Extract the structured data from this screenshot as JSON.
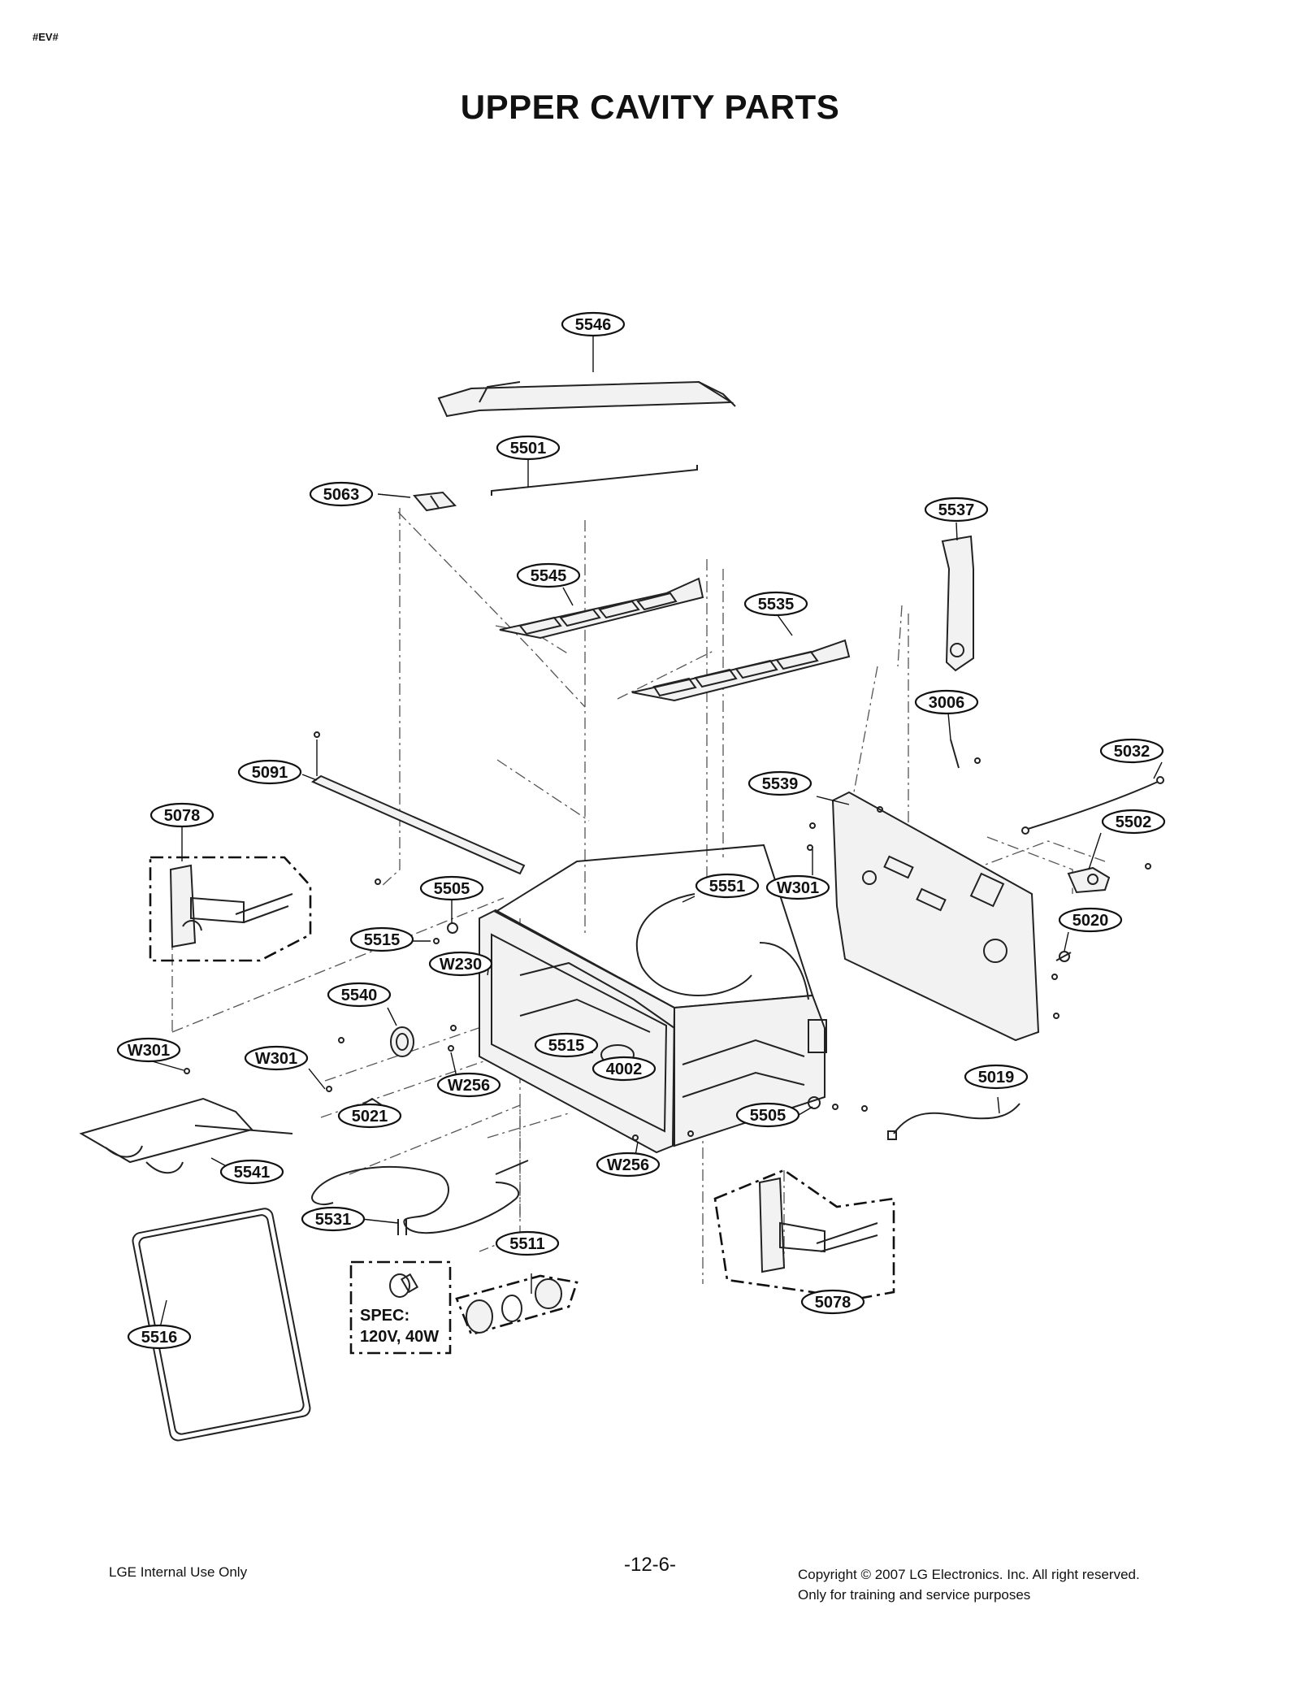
{
  "header": {
    "code": "#EV#",
    "title": "UPPER CAVITY PARTS"
  },
  "callouts": [
    {
      "id": "5546"
    },
    {
      "id": "5501"
    },
    {
      "id": "5063"
    },
    {
      "id": "5537"
    },
    {
      "id": "5545"
    },
    {
      "id": "5535"
    },
    {
      "id": "3006"
    },
    {
      "id": "5032"
    },
    {
      "id": "5091"
    },
    {
      "id": "5539"
    },
    {
      "id": "5078"
    },
    {
      "id": "5502"
    },
    {
      "id": "5505"
    },
    {
      "id": "5551"
    },
    {
      "id": "W301"
    },
    {
      "id": "5020"
    },
    {
      "id": "5515"
    },
    {
      "id": "W230"
    },
    {
      "id": "5540"
    },
    {
      "id": "W301"
    },
    {
      "id": "W301"
    },
    {
      "id": "5515"
    },
    {
      "id": "4002"
    },
    {
      "id": "W256"
    },
    {
      "id": "5019"
    },
    {
      "id": "5021"
    },
    {
      "id": "5505"
    },
    {
      "id": "5541"
    },
    {
      "id": "W256"
    },
    {
      "id": "5531"
    },
    {
      "id": "5511"
    },
    {
      "id": "5078"
    },
    {
      "id": "5516"
    }
  ],
  "spec_box": {
    "line1": "SPEC:",
    "line2": "120V, 40W"
  },
  "footer": {
    "left": "LGE Internal Use Only",
    "page": "-12-6-",
    "copyright": "Copyright © 2007 LG Electronics. Inc. All right reserved.",
    "training": "Only for training and service purposes"
  }
}
